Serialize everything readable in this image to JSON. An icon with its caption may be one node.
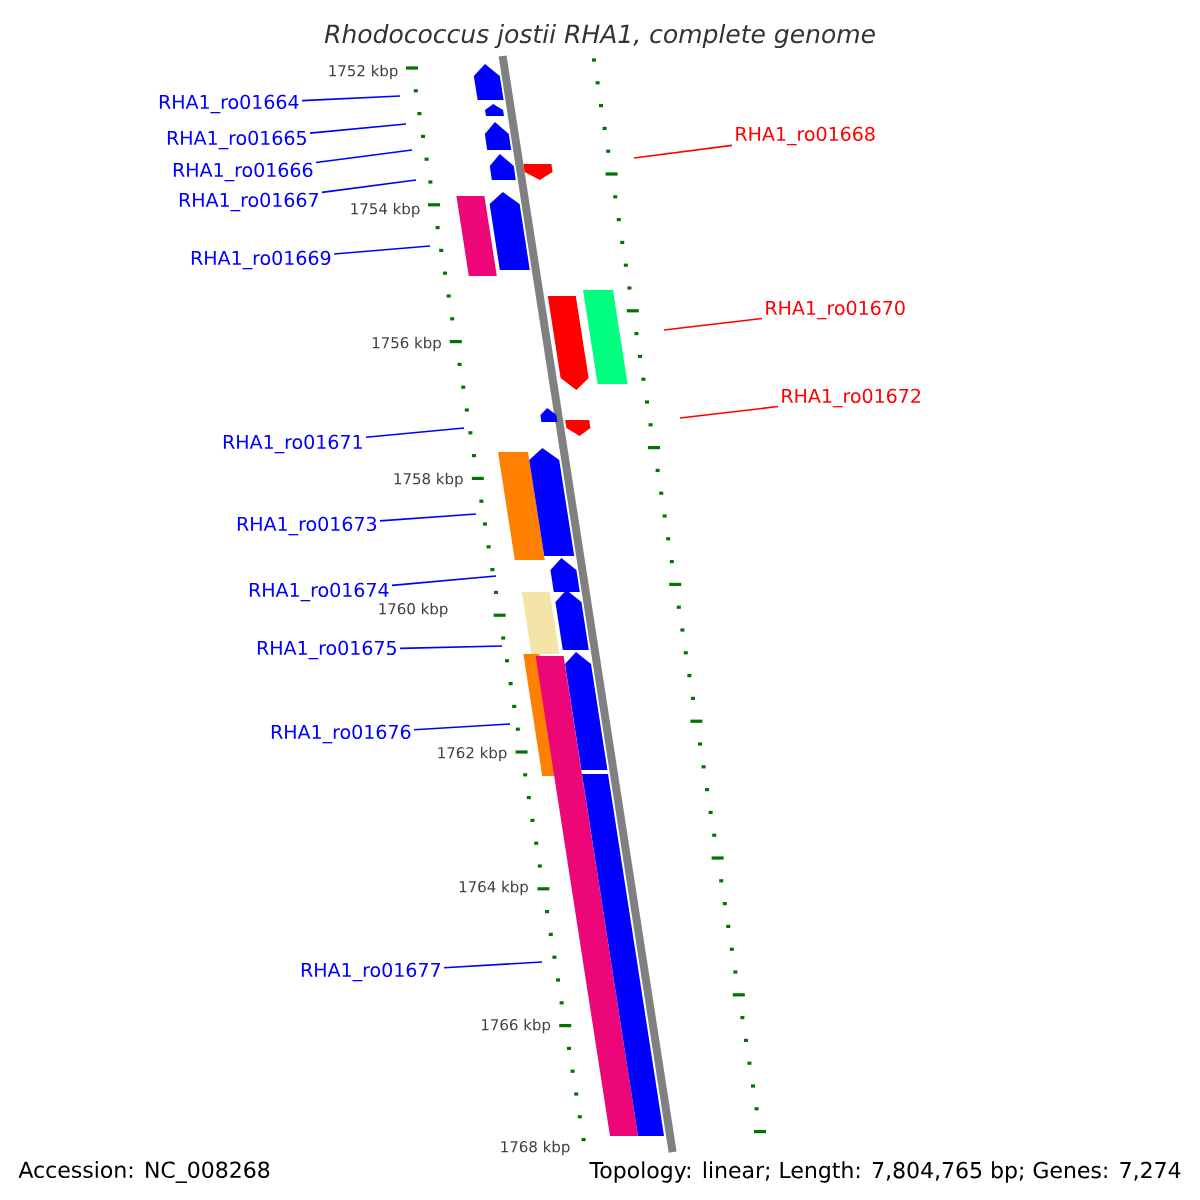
{
  "diagram": {
    "title": "Rhodococcus jostii RHA1, complete genome",
    "nodes": [
      {
        "text": [
          "RHA1_ro01664"
        ]
      },
      {
        "text": [
          "RHA1_ro01665"
        ]
      },
      {
        "text": [
          "RHA1_ro01666"
        ]
      },
      {
        "text": [
          "RHA1_ro01667"
        ]
      },
      {
        "text": [
          "RHA1_ro01668"
        ]
      },
      {
        "text": [
          "RHA1_ro01669"
        ]
      },
      {
        "text": [
          "RHA1_ro01670"
        ]
      },
      {
        "text": [
          "RHA1_ro01671"
        ]
      },
      {
        "text": [
          "RHA1_ro01672"
        ]
      },
      {
        "text": [
          "RHA1_ro01673"
        ]
      },
      {
        "text": [
          "RHA1_ro01674"
        ]
      },
      {
        "text": [
          "RHA1_ro01675"
        ]
      },
      {
        "text": [
          "RHA1_ro01676"
        ]
      },
      {
        "text": [
          "RHA1_ro01677"
        ]
      }
    ],
    "edges": [
      {
        "from": 0,
        "to": null,
        "arrow": "none"
      },
      {
        "from": 1,
        "to": null,
        "arrow": "none"
      },
      {
        "from": 2,
        "to": null,
        "arrow": "none"
      },
      {
        "from": 3,
        "to": null,
        "arrow": "none"
      },
      {
        "from": 4,
        "to": null,
        "arrow": "none",
        "color": "#ff0000"
      },
      {
        "from": 5,
        "to": null,
        "arrow": "none"
      },
      {
        "from": 6,
        "to": null,
        "arrow": "none",
        "color": "#ff0000"
      },
      {
        "from": 7,
        "to": null,
        "arrow": "none"
      },
      {
        "from": 8,
        "to": null,
        "arrow": "none",
        "color": "#ff0000"
      },
      {
        "from": 9,
        "to": null,
        "arrow": "none"
      },
      {
        "from": 10,
        "to": null,
        "arrow": "none"
      },
      {
        "from": 11,
        "to": null,
        "arrow": "none"
      },
      {
        "from": 12,
        "to": null,
        "arrow": "none"
      },
      {
        "from": 13,
        "to": null,
        "arrow": "none"
      }
    ],
    "labels": [
      "1752 kbp",
      "1754 kbp",
      "1756 kbp",
      "1758 kbp",
      "1760 kbp",
      "1762 kbp",
      "1764 kbp",
      "1766 kbp",
      "1768 kbp",
      "Accession: NC_008268",
      "Topology: linear; Length: 7,804,765 bp; Genes: 7,274"
    ]
  }
}
